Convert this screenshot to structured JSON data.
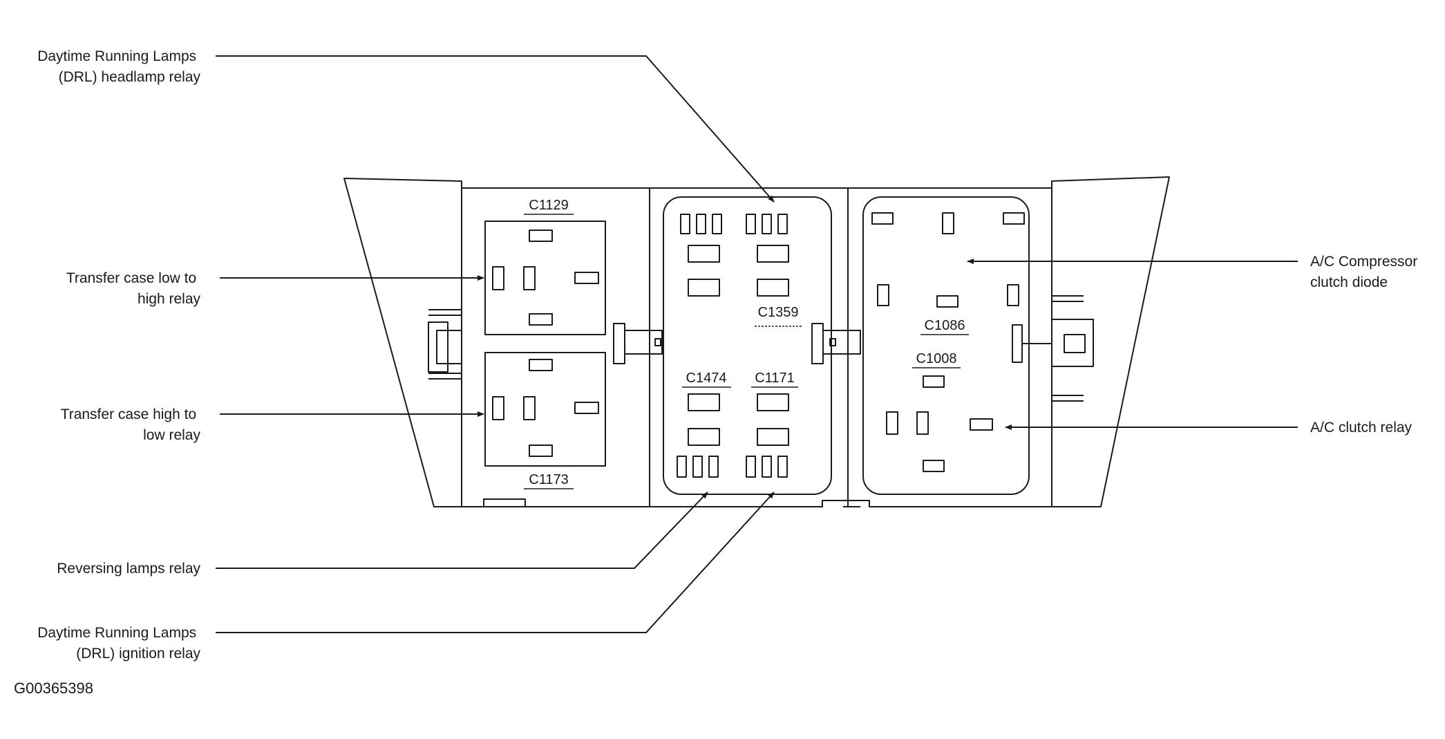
{
  "labels": {
    "drl_headlamp_relay": [
      "Daytime Running Lamps",
      "(DRL) headlamp relay"
    ],
    "transfer_low_to_high": [
      "Transfer case low to",
      "high relay"
    ],
    "transfer_high_to_low": [
      "Transfer case high to",
      "low relay"
    ],
    "reversing_lamps_relay": [
      "Reversing lamps relay"
    ],
    "drl_ignition_relay": [
      "Daytime Running Lamps",
      "(DRL) ignition relay"
    ],
    "ac_compressor_clutch_diode": [
      "A/C Compressor",
      "clutch diode"
    ],
    "ac_clutch_relay": [
      "A/C clutch relay"
    ]
  },
  "connectors": {
    "c1129": "C1129",
    "c1173": "C1173",
    "c1359": "C1359",
    "c1474": "C1474",
    "c1171": "C1171",
    "c1086": "C1086",
    "c1008": "C1008"
  },
  "figure_id": "G00365398",
  "colors": {
    "line": "#1a1a1a",
    "background": "#ffffff"
  }
}
